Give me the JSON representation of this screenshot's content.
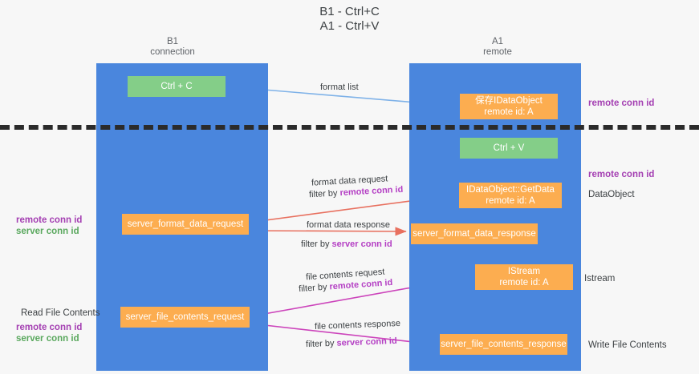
{
  "title": "B1 - Ctrl+C\nA1 - Ctrl+V",
  "lanes": [
    {
      "id": "b1",
      "header": "B1\nconnection",
      "color": "#4a86dd"
    },
    {
      "id": "a1",
      "header": "A1\nremote",
      "color": "#4a86dd"
    }
  ],
  "nodes": {
    "ctrl_c": "Ctrl + C",
    "save_dataobject": "保存IDataObject\nremote id: A",
    "ctrl_v": "Ctrl + V",
    "getdata": "IDataObject::GetData\nremote id: A",
    "server_format_data_request": "server_format_data_request",
    "server_format_data_response": "server_format_data_response",
    "istream": "IStream\nremote id: A",
    "server_file_contents_request": "server_file_contents_request",
    "server_file_contents_response": "server_file_contents_response"
  },
  "annotations": {
    "remote_conn_id_1": "remote conn id",
    "remote_conn_id_2": "remote conn id",
    "dataobject": "DataObject",
    "istream": "Istream",
    "write_file_contents": "Write File Contents",
    "read_file_contents": "Read File Contents",
    "left_remote_conn_id_1": "remote conn id",
    "left_server_conn_id_1": "server conn id",
    "left_remote_conn_id_2": "remote conn id",
    "left_server_conn_id_2": "server conn id"
  },
  "edges": {
    "format_list": "format list",
    "format_data_request": "format data request",
    "format_data_request_filter_prefix": "filter by ",
    "format_data_request_filter_key": "remote conn id",
    "format_data_response": "format data response",
    "format_data_response_filter_prefix": "filter by ",
    "format_data_response_filter_key": "server conn id",
    "file_contents_request": "file contents request",
    "file_contents_request_filter_prefix": "filter by ",
    "file_contents_request_filter_key": "remote conn id",
    "file_contents_response": "file contents response",
    "file_contents_response_filter_prefix": "filter by ",
    "file_contents_response_filter_key": "server conn id"
  },
  "colors": {
    "lane": "#4a86dd",
    "node_green": "#84ce88",
    "node_orange": "#fcad50",
    "accent_purple": "#a43fb2",
    "accent_green": "#5aa85e",
    "arrow_lightblue": "#7fb2e8",
    "arrow_red": "#e8705f",
    "arrow_magenta": "#cc44bb",
    "arrow_black": "#1a1a1a",
    "divider": "#2b2b2b",
    "background": "#f7f7f7"
  }
}
